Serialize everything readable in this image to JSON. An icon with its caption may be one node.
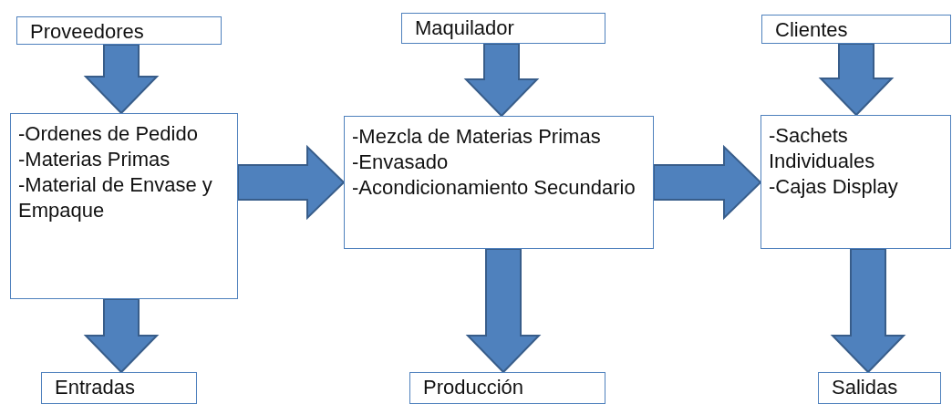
{
  "diagram": {
    "nodes": [
      {
        "text": [
          "Proveedores"
        ]
      },
      {
        "text": [
          "Maquilador"
        ]
      },
      {
        "text": [
          "Clientes"
        ]
      },
      {
        "text": [
          "-Ordenes de Pedido",
          "-Materias Primas",
          "-Material de Envase y Empaque"
        ]
      },
      {
        "text": [
          "-Mezcla de Materias Primas",
          "-Envasado",
          "-Acondicionamiento Secundario"
        ]
      },
      {
        "text": [
          "-Sachets Individuales",
          "-Cajas Display"
        ]
      },
      {
        "text": [
          "Entradas"
        ]
      },
      {
        "text": [
          "Producción"
        ]
      },
      {
        "text": [
          "Salidas"
        ]
      }
    ],
    "edges": [
      {
        "from": 0,
        "to": 3,
        "arrow": "to"
      },
      {
        "from": 1,
        "to": 4,
        "arrow": "to"
      },
      {
        "from": 2,
        "to": 5,
        "arrow": "to"
      },
      {
        "from": 3,
        "to": 4,
        "arrow": "to"
      },
      {
        "from": 4,
        "to": 5,
        "arrow": "to"
      },
      {
        "from": 3,
        "to": 6,
        "arrow": "to"
      },
      {
        "from": 4,
        "to": 7,
        "arrow": "to"
      },
      {
        "from": 5,
        "to": 8,
        "arrow": "to"
      }
    ]
  }
}
